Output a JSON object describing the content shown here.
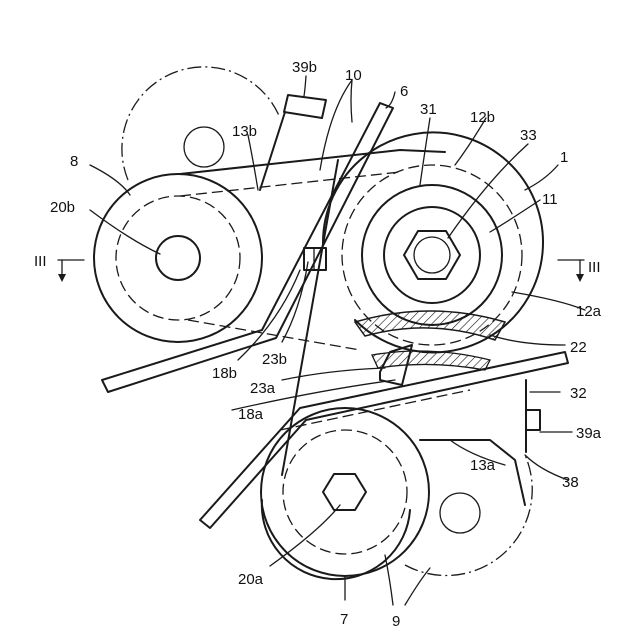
{
  "labels": {
    "l39b": "39b",
    "l10": "10",
    "l6": "6",
    "l31": "31",
    "l12b": "12b",
    "l13b": "13b",
    "l33": "33",
    "l1": "1",
    "l8": "8",
    "l11": "11",
    "l20b": "20b",
    "sec_left": "III",
    "sec_right": "III",
    "l12a": "12a",
    "l18b": "18b",
    "l23b": "23b",
    "l22": "22",
    "l23a": "23a",
    "l32": "32",
    "l18a": "18a",
    "l39a": "39a",
    "l13a": "13a",
    "l38": "38",
    "l20a": "20a",
    "l7": "7",
    "l9": "9"
  }
}
